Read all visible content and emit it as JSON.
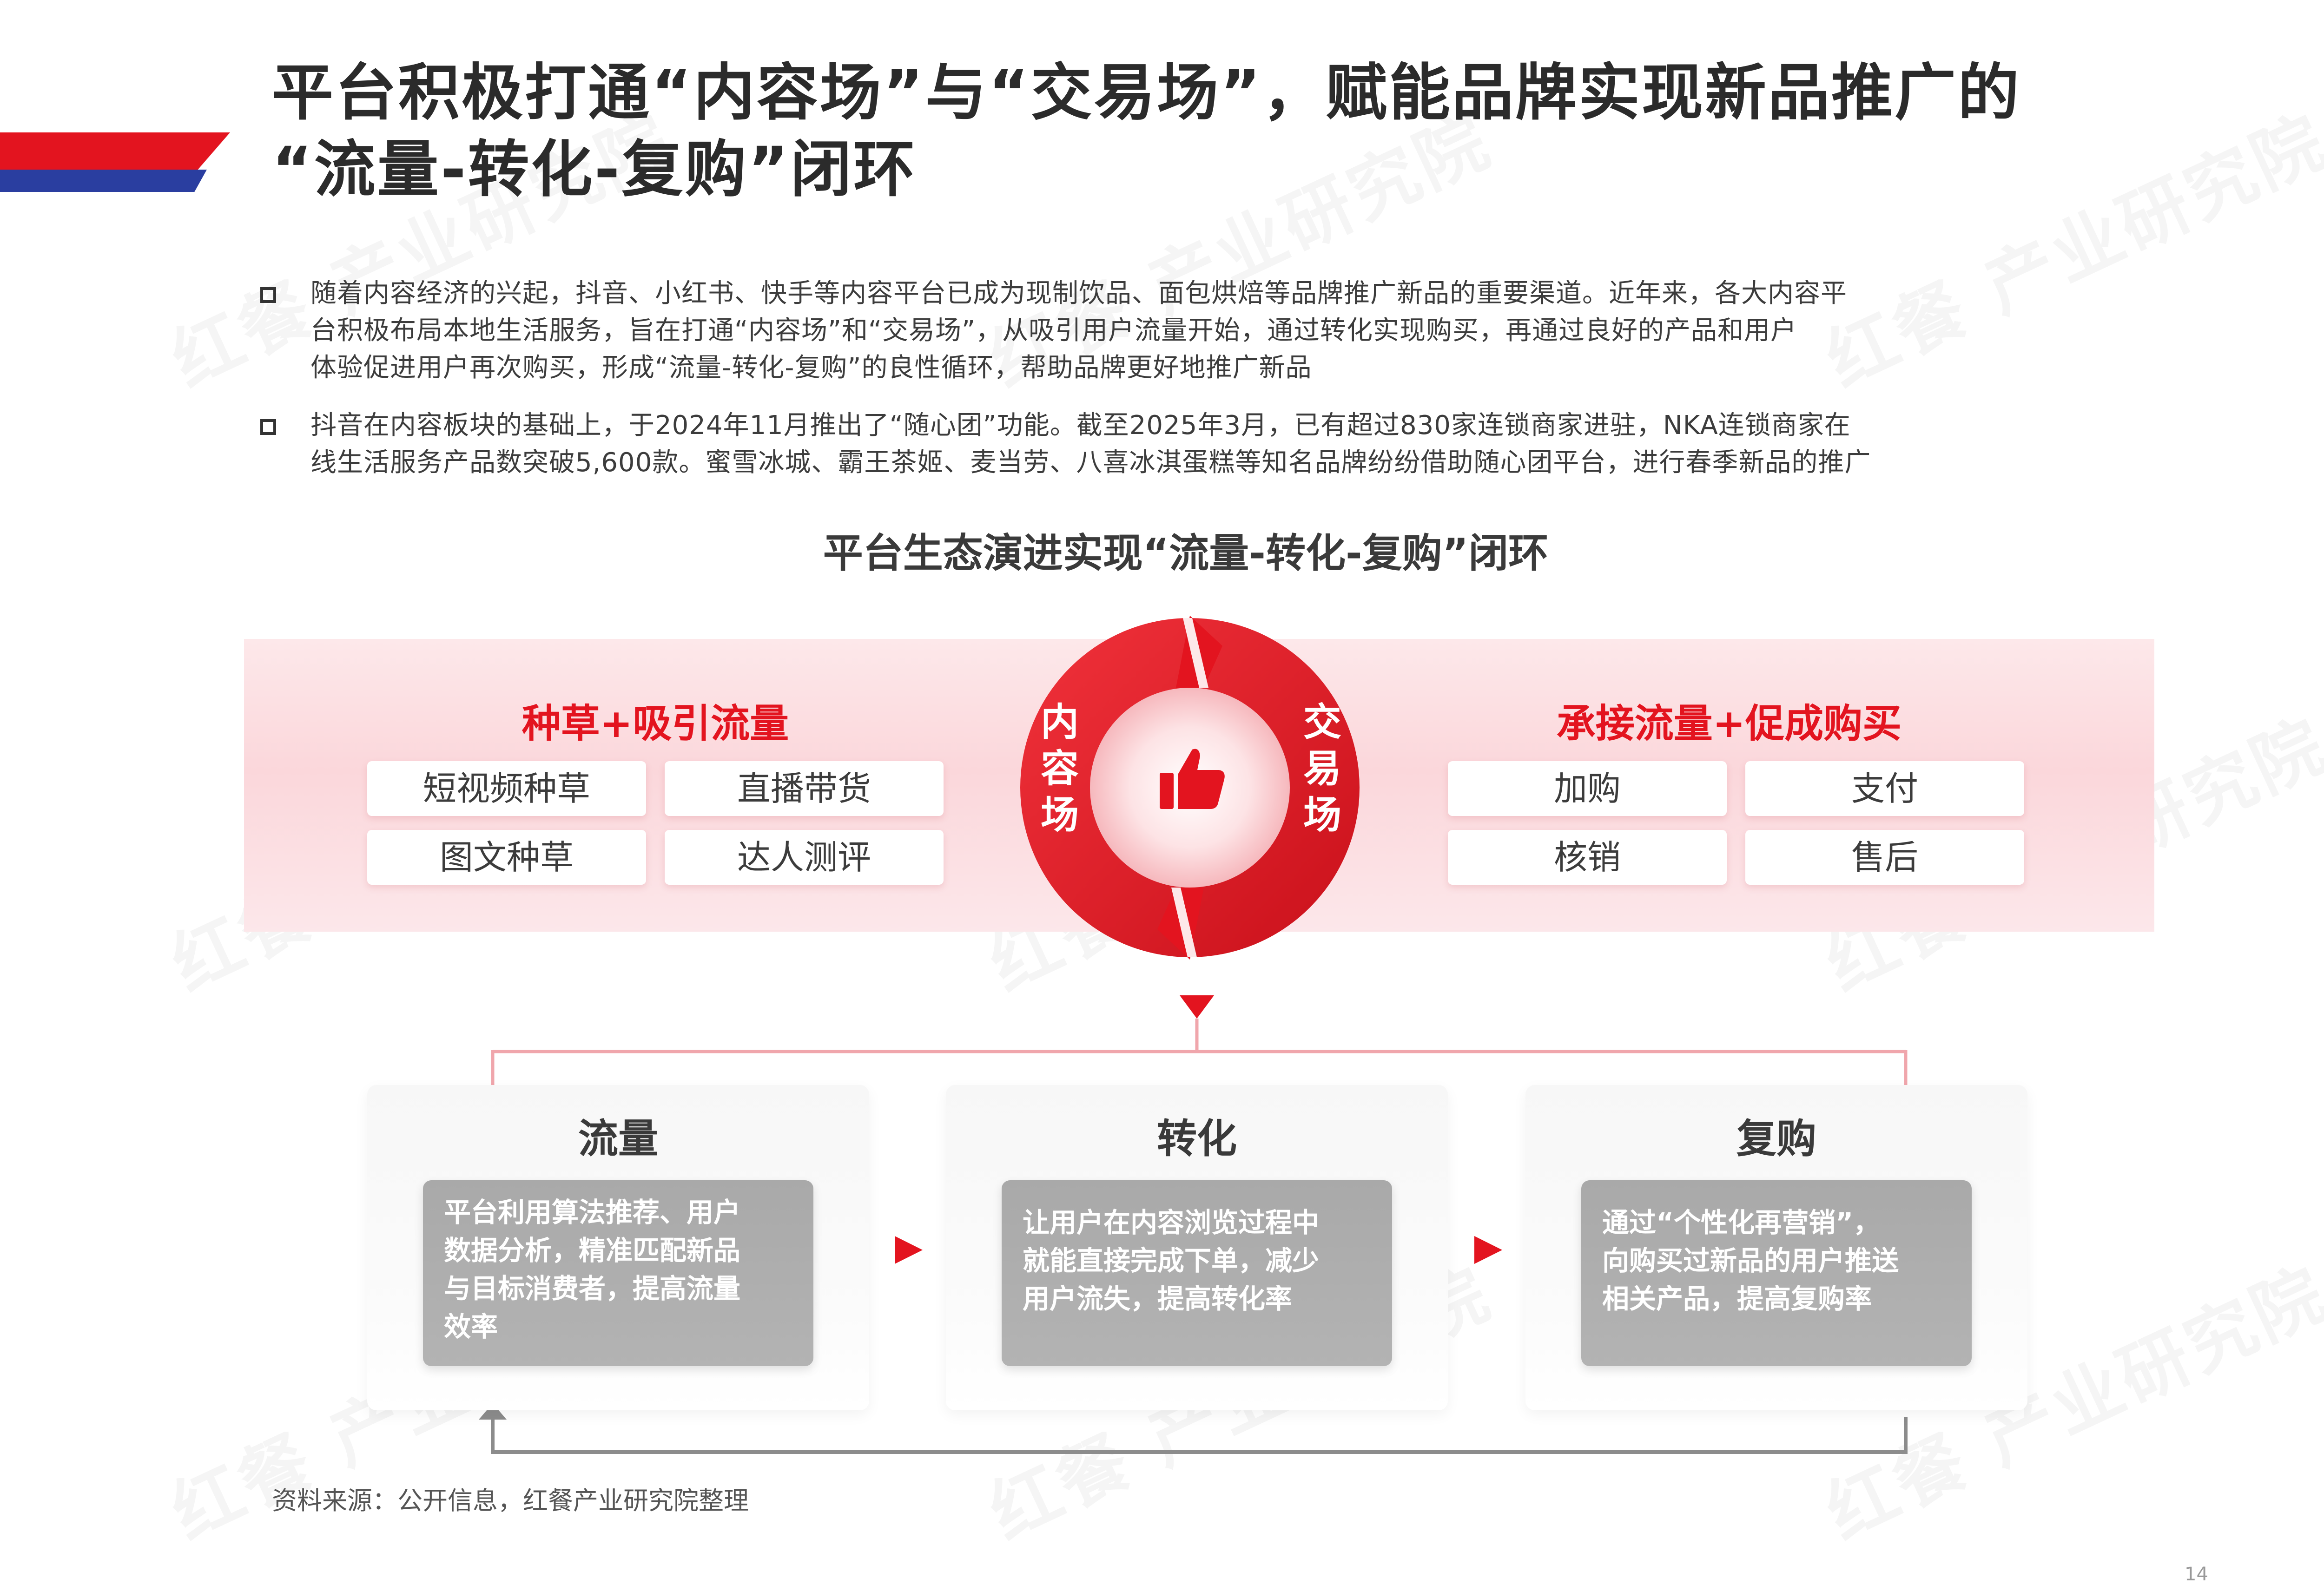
{
  "title": {
    "line1": "平台积极打通“内容场”与“交易场”，赋能品牌实现新品推广的",
    "line2": "“流量-转化-复购”闭环"
  },
  "paragraphs": [
    {
      "lines": [
        "随着内容经济的兴起，抖音、小红书、快手等内容平台已成为现制饮品、面包烘焙等品牌推广新品的重要渠道。近年来，各大内容平",
        "台积极布局本地生活服务，旨在打通“内容场”和“交易场”，从吸引用户流量开始，通过转化实现购买，再通过良好的产品和用户",
        "体验促进用户再次购买，形成“流量-转化-复购”的良性循环，帮助品牌更好地推广新品"
      ]
    },
    {
      "lines": [
        "抖音在内容板块的基础上，于2024年11月推出了“随心团”功能。截至2025年3月，已有超过830家连锁商家进驻，NKA连锁商家在",
        "线生活服务产品数突破5,600款。蜜雪冰城、霸王茶姬、麦当劳、八喜冰淇蛋糕等知名品牌纷纷借助随心团平台，进行春季新品的推广"
      ]
    }
  ],
  "diagram": {
    "subtitle": "平台生态演进实现“流量-转化-复购”闭环",
    "left": {
      "heading": "种草+吸引流量",
      "chips": [
        "短视频种草",
        "直播带货",
        "图文种草",
        "达人测评"
      ]
    },
    "right": {
      "heading": "承接流量+促成购买",
      "chips": [
        "加购",
        "支付",
        "核销",
        "售后"
      ]
    },
    "ring_left": [
      "内",
      "容",
      "场"
    ],
    "ring_right": [
      "交",
      "易",
      "场"
    ],
    "center_icon": "thumbs-up-icon",
    "stages": [
      {
        "title": "流量",
        "body": [
          "平台利用算法推荐、用户",
          "数据分析，精准匹配新品",
          "与目标消费者，提高流量",
          "效率"
        ]
      },
      {
        "title": "转化",
        "body": [
          "让用户在内容浏览过程中",
          "就能直接完成下单，减少",
          "用户流失，提高转化率"
        ]
      },
      {
        "title": "复购",
        "body": [
          "通过“个性化再营销”，",
          "向购买过新品的用户推送",
          "相关产品，提高复购率"
        ]
      }
    ]
  },
  "source": "资料来源：公开信息，红餐产业研究院整理",
  "page_number": "14",
  "watermark": "红餐 产业研究院",
  "colors": {
    "accent_red": "#e3141f",
    "accent_blue": "#2a3ea0",
    "card_gray": "#aeaeae",
    "pink": "#fbd7db"
  }
}
